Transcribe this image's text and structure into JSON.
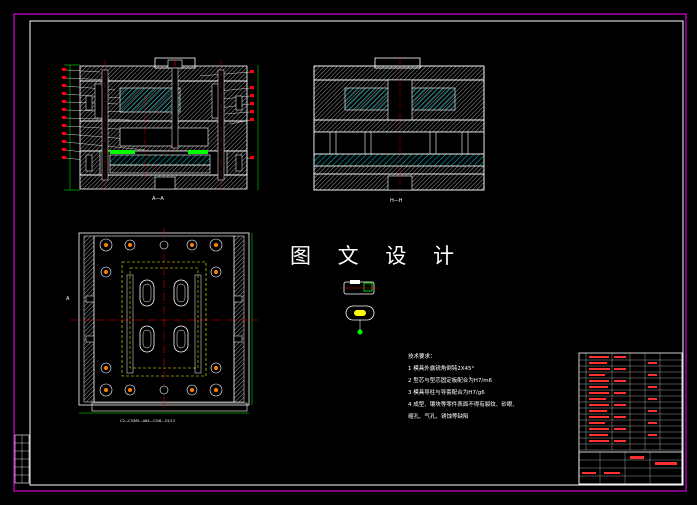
{
  "drawing": {
    "watermark": "图 文 设 计",
    "section_label_a": "A—A",
    "section_label_b": "H—H",
    "plan_caption": "C2—C5/M5—A84—C5/6—C5/13",
    "cut_marker_a": "A",
    "tech_requirements": {
      "heading": "技术要求：",
      "items": [
        "1 模具外露锐角倒钝2X45°",
        "2 型芯与型芯固定板配合为H7/m6",
        "3 模具导柱与导套配合为H7/g6",
        "4 成型、镶块等零件表面不得有裂纹、砂眼、",
        "   缩孔、气孔、锈蚀等缺陷"
      ]
    },
    "title_block": {
      "part_title": "",
      "scale": ""
    }
  },
  "colors": {
    "background": "#000000",
    "frame": "#ff00ff",
    "outline": "#ffffff",
    "section_hatch": "#00ffff",
    "center_line": "#ff0000",
    "dimension": "#00ff00",
    "annotation": "#ffff00"
  }
}
